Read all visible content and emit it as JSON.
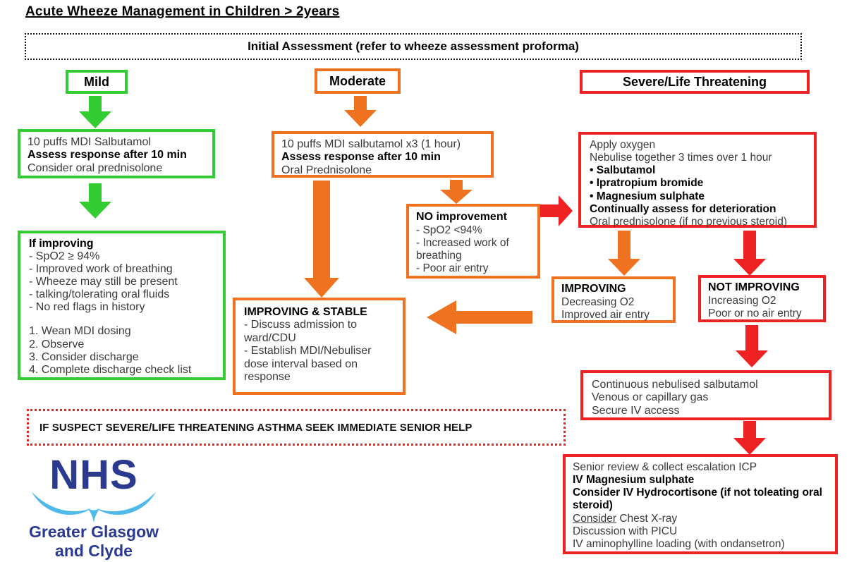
{
  "title": "Acute Wheeze Management in Children > 2years",
  "colors": {
    "green": "#33CC33",
    "orange": "#EE7220",
    "red": "#EE2222",
    "nhs_dark_blue": "#2B3A8F",
    "nhs_light_blue": "#4FB9E9"
  },
  "initial_assessment": "Initial Assessment (refer to wheeze assessment proforma)",
  "severity": {
    "mild": "Mild",
    "moderate": "Moderate",
    "severe": "Severe/Life Threatening"
  },
  "mild": {
    "treatment": {
      "line1": "10 puffs MDI Salbutamol",
      "line2": "Assess response after 10 min",
      "line3": "Consider oral prednisolone"
    },
    "if_improving": {
      "heading": "If improving",
      "criteria": [
        "-  SpO2 ≥ 94%",
        "- Improved work of breathing",
        "- Wheeze may still be present",
        "- talking/tolerating oral fluids",
        "- No red flags in history"
      ],
      "steps": [
        "1. Wean MDI dosing",
        "2. Observe",
        "3. Consider discharge",
        "4. Complete discharge check list"
      ]
    }
  },
  "moderate": {
    "treatment": {
      "line1": "10 puffs MDI salbutamol x3 (1 hour)",
      "line2": "Assess response after 10 min",
      "line3": "Oral Prednisolone"
    },
    "no_improvement": {
      "heading": "NO improvement",
      "lines": [
        "-  SpO2 <94%",
        "- Increased work of breathing",
        "- Poor air entry"
      ]
    },
    "improving_stable": {
      "heading": "IMPROVING & STABLE",
      "lines": [
        "- Discuss admission to ward/CDU",
        "- Establish MDI/Nebuliser dose interval based on response"
      ]
    }
  },
  "severe": {
    "treatment": {
      "line1": "Apply oxygen",
      "line2": "Nebulise together 3 times over 1 hour",
      "bullet1": "• Salbutamol",
      "bullet2": "• Ipratropium bromide",
      "bullet3": "• Magnesium sulphate",
      "line6": "Continually assess for deterioration",
      "line7": "Oral prednisolone (if no previous steroid)"
    },
    "improving": {
      "heading": "IMPROVING",
      "lines": [
        "Decreasing O2",
        "Improved air entry"
      ]
    },
    "not_improving": {
      "heading": "NOT IMPROVING",
      "lines": [
        "Increasing O2",
        "Poor or no air entry"
      ]
    },
    "escalation1": {
      "line1": "Continuous nebulised salbutamol",
      "line2": "Venous or capillary gas",
      "line3": "Secure IV access"
    },
    "escalation2": {
      "line1": "Senior review & collect escalation ICP",
      "line2": "IV Magnesium sulphate",
      "line3": "Consider IV Hydrocortisone (if not toleating oral steroid)",
      "line4_underlined": "Consider",
      "line4_rest": " Chest X-ray",
      "line5": "Discussion with PICU",
      "line6": "IV aminophylline loading (with ondansetron)"
    }
  },
  "warning": "IF SUSPECT SEVERE/LIFE THREATENING ASTHMA SEEK IMMEDIATE SENIOR HELP",
  "logo": {
    "nhs": "NHS",
    "org_line1": "Greater Glasgow",
    "org_line2": "and Clyde"
  }
}
